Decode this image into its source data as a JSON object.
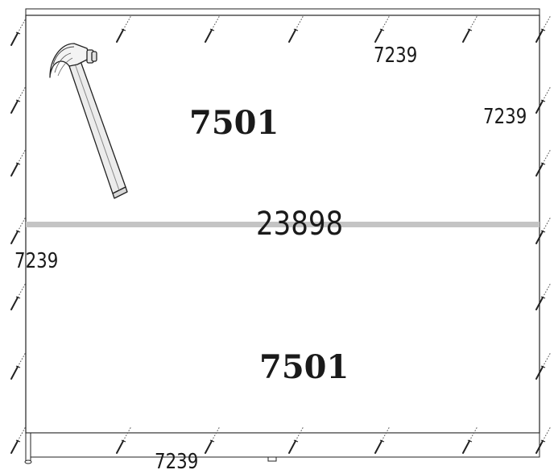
{
  "diagram": {
    "part_labels": {
      "top_panel": "7501",
      "bottom_panel": "7501",
      "divider": "23898"
    },
    "nail_labels": {
      "top_row": "7239",
      "right_side": "7239",
      "left_side": "7239",
      "bottom_row": "7239"
    },
    "tool_icon": "hammer-icon",
    "colors": {
      "outline": "#222222",
      "divider_bar": "#c4c4c4",
      "hammer_fill": "#f0f0f0"
    }
  }
}
